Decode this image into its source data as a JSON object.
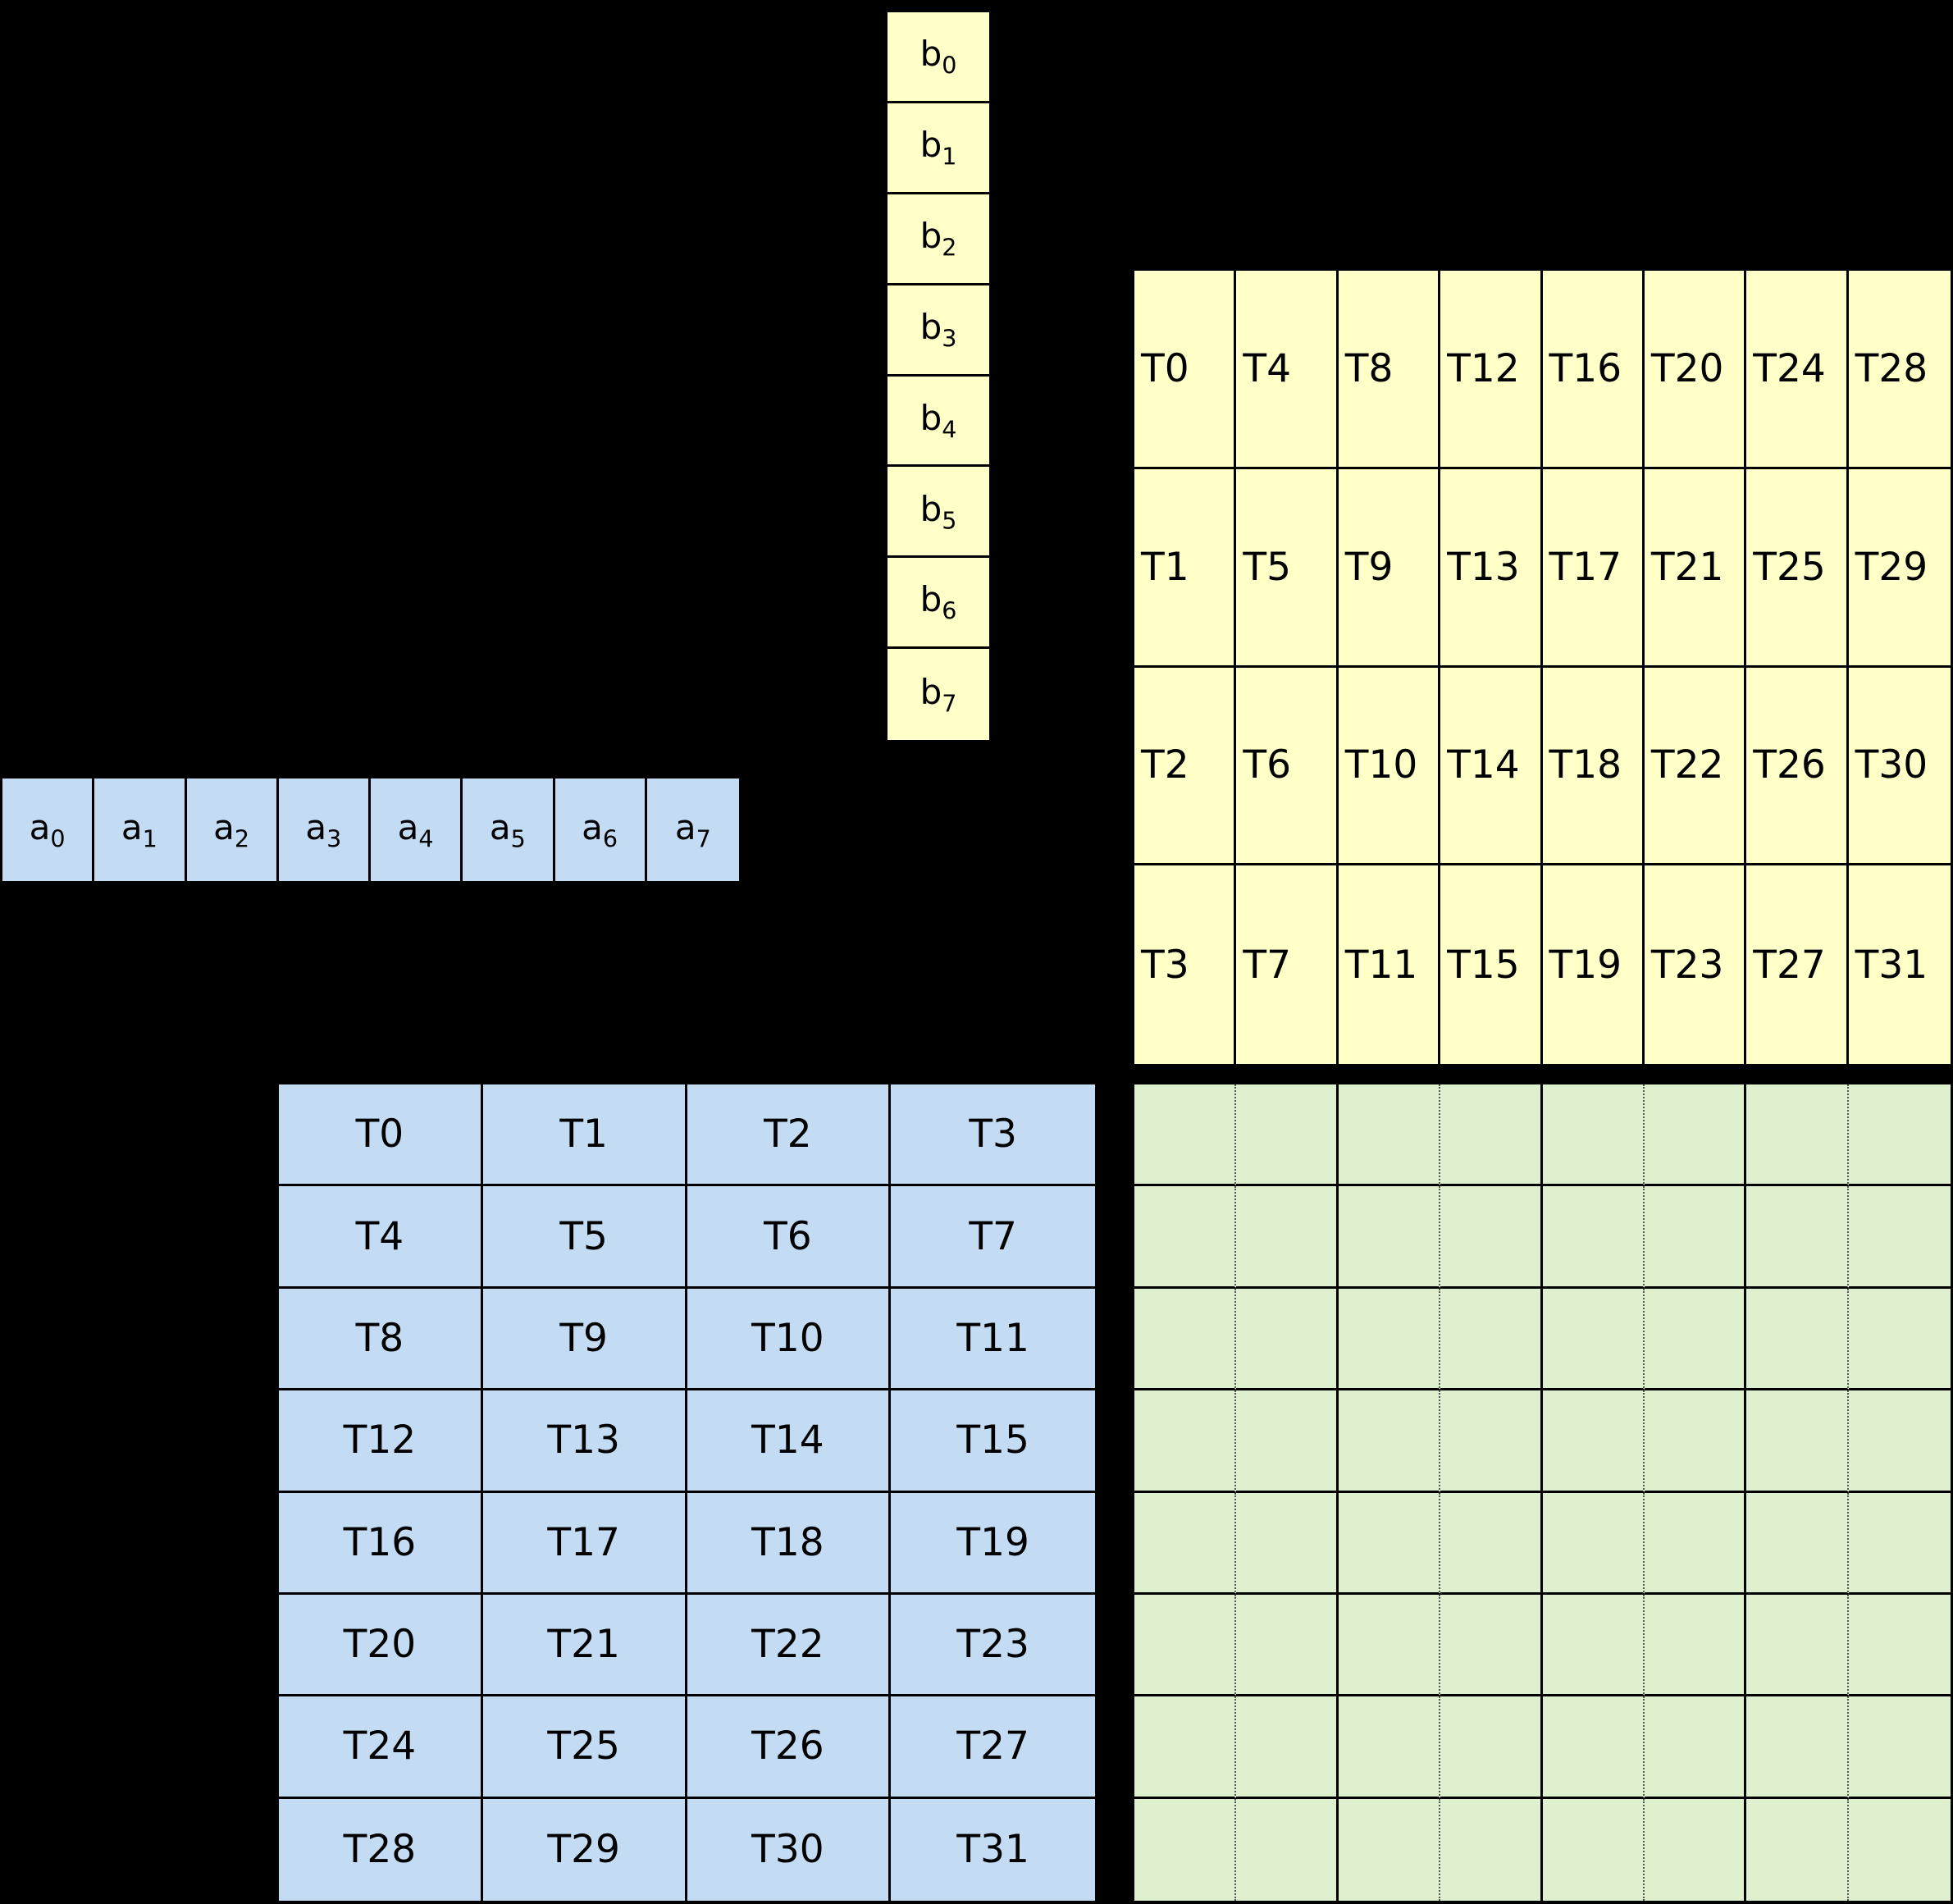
{
  "colors": {
    "background": "#000000",
    "yellow_fill": "#FFFFC8",
    "blue_fill": "#C4DCF3",
    "green_fill": "#DFF0CE",
    "border": "#000000",
    "dotted_line": "#555555"
  },
  "b_vector": {
    "cells": [
      {
        "base": "b",
        "sub": "0"
      },
      {
        "base": "b",
        "sub": "1"
      },
      {
        "base": "b",
        "sub": "2"
      },
      {
        "base": "b",
        "sub": "3"
      },
      {
        "base": "b",
        "sub": "4"
      },
      {
        "base": "b",
        "sub": "5"
      },
      {
        "base": "b",
        "sub": "6"
      },
      {
        "base": "b",
        "sub": "7"
      }
    ]
  },
  "a_vector": {
    "cells": [
      {
        "base": "a",
        "sub": "0"
      },
      {
        "base": "a",
        "sub": "1"
      },
      {
        "base": "a",
        "sub": "2"
      },
      {
        "base": "a",
        "sub": "3"
      },
      {
        "base": "a",
        "sub": "4"
      },
      {
        "base": "a",
        "sub": "5"
      },
      {
        "base": "a",
        "sub": "6"
      },
      {
        "base": "a",
        "sub": "7"
      }
    ]
  },
  "right_thread_grid": {
    "rows": [
      [
        "T0",
        "T4",
        "T8",
        "T12",
        "T16",
        "T20",
        "T24",
        "T28"
      ],
      [
        "T1",
        "T5",
        "T9",
        "T13",
        "T17",
        "T21",
        "T25",
        "T29"
      ],
      [
        "T2",
        "T6",
        "T10",
        "T14",
        "T18",
        "T22",
        "T26",
        "T30"
      ],
      [
        "T3",
        "T7",
        "T11",
        "T15",
        "T19",
        "T23",
        "T27",
        "T31"
      ]
    ]
  },
  "left_thread_grid": {
    "rows": [
      [
        "T0",
        "T1",
        "T2",
        "T3"
      ],
      [
        "T4",
        "T5",
        "T6",
        "T7"
      ],
      [
        "T8",
        "T9",
        "T10",
        "T11"
      ],
      [
        "T12",
        "T13",
        "T14",
        "T15"
      ],
      [
        "T16",
        "T17",
        "T18",
        "T19"
      ],
      [
        "T20",
        "T21",
        "T22",
        "T23"
      ],
      [
        "T24",
        "T25",
        "T26",
        "T27"
      ],
      [
        "T28",
        "T29",
        "T30",
        "T31"
      ]
    ]
  },
  "output_grid": {
    "rows": 8,
    "cols": 8
  }
}
